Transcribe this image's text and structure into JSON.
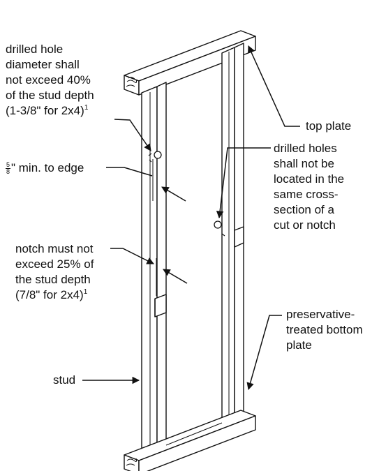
{
  "labels": {
    "drilled_hole": {
      "lines": [
        "drilled hole",
        "diameter shall",
        "not exceed 40%",
        "of the stud depth"
      ],
      "last_line": "(1-3/8\" for 2x4)",
      "footnote": "1"
    },
    "min_edge": {
      "frac_num": "5",
      "frac_den": "8",
      "text": "\" min. to edge"
    },
    "notch": {
      "lines": [
        "notch must not",
        "exceed 25% of",
        "the stud depth"
      ],
      "last_line": "(7/8\" for 2x4)",
      "footnote": "1"
    },
    "stud": "stud",
    "top_plate": "top plate",
    "drilled_holes_location": {
      "lines": [
        "drilled holes",
        "shall not be",
        "located in the",
        "same cross-",
        "section of a",
        "cut or notch"
      ]
    },
    "bottom_plate": {
      "lines": [
        "preservative-",
        "treated bottom",
        "plate"
      ]
    }
  }
}
